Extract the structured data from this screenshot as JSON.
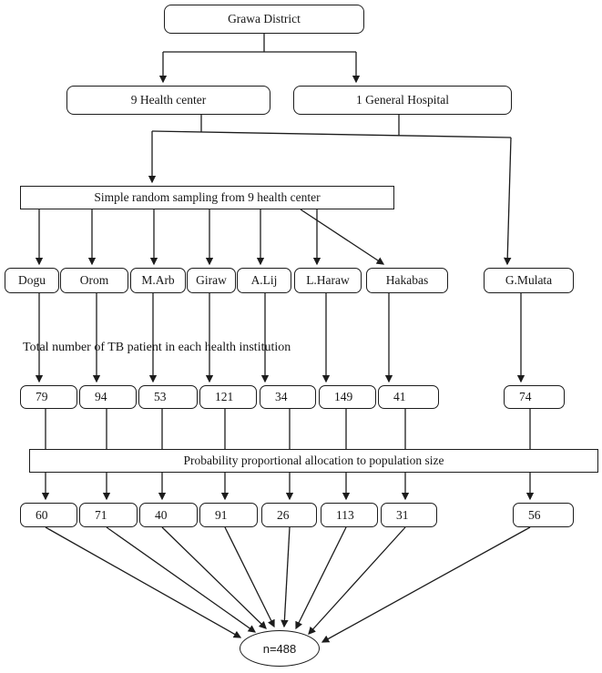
{
  "diagram": {
    "root": {
      "label": "Grawa District"
    },
    "branches": {
      "health_centers": {
        "label": "9 Health center"
      },
      "general_hospital": {
        "label": "1 General Hospital"
      }
    },
    "sampling_label": "Simple random sampling from 9 health center",
    "note": "Total number of TB patient in each health institution",
    "allocation_label": "Probability proportional allocation to population size",
    "facilities": [
      {
        "name": "Dogu",
        "tb_patients": "79",
        "allocated": "60"
      },
      {
        "name": "Orom",
        "tb_patients": "94",
        "allocated": "71"
      },
      {
        "name": "M.Arb",
        "tb_patients": "53",
        "allocated": "40"
      },
      {
        "name": "Giraw",
        "tb_patients": "121",
        "allocated": "91"
      },
      {
        "name": "A.Lij",
        "tb_patients": "34",
        "allocated": "26"
      },
      {
        "name": "L.Haraw",
        "tb_patients": "149",
        "allocated": "113"
      },
      {
        "name": "Hakabas",
        "tb_patients": "41",
        "allocated": "31"
      },
      {
        "name": "G.Mulata",
        "tb_patients": "74",
        "allocated": "56"
      }
    ],
    "total_sample": {
      "label": "n=488"
    },
    "colors": {
      "ink": "#1c1c1c",
      "background": "#ffffff"
    }
  }
}
